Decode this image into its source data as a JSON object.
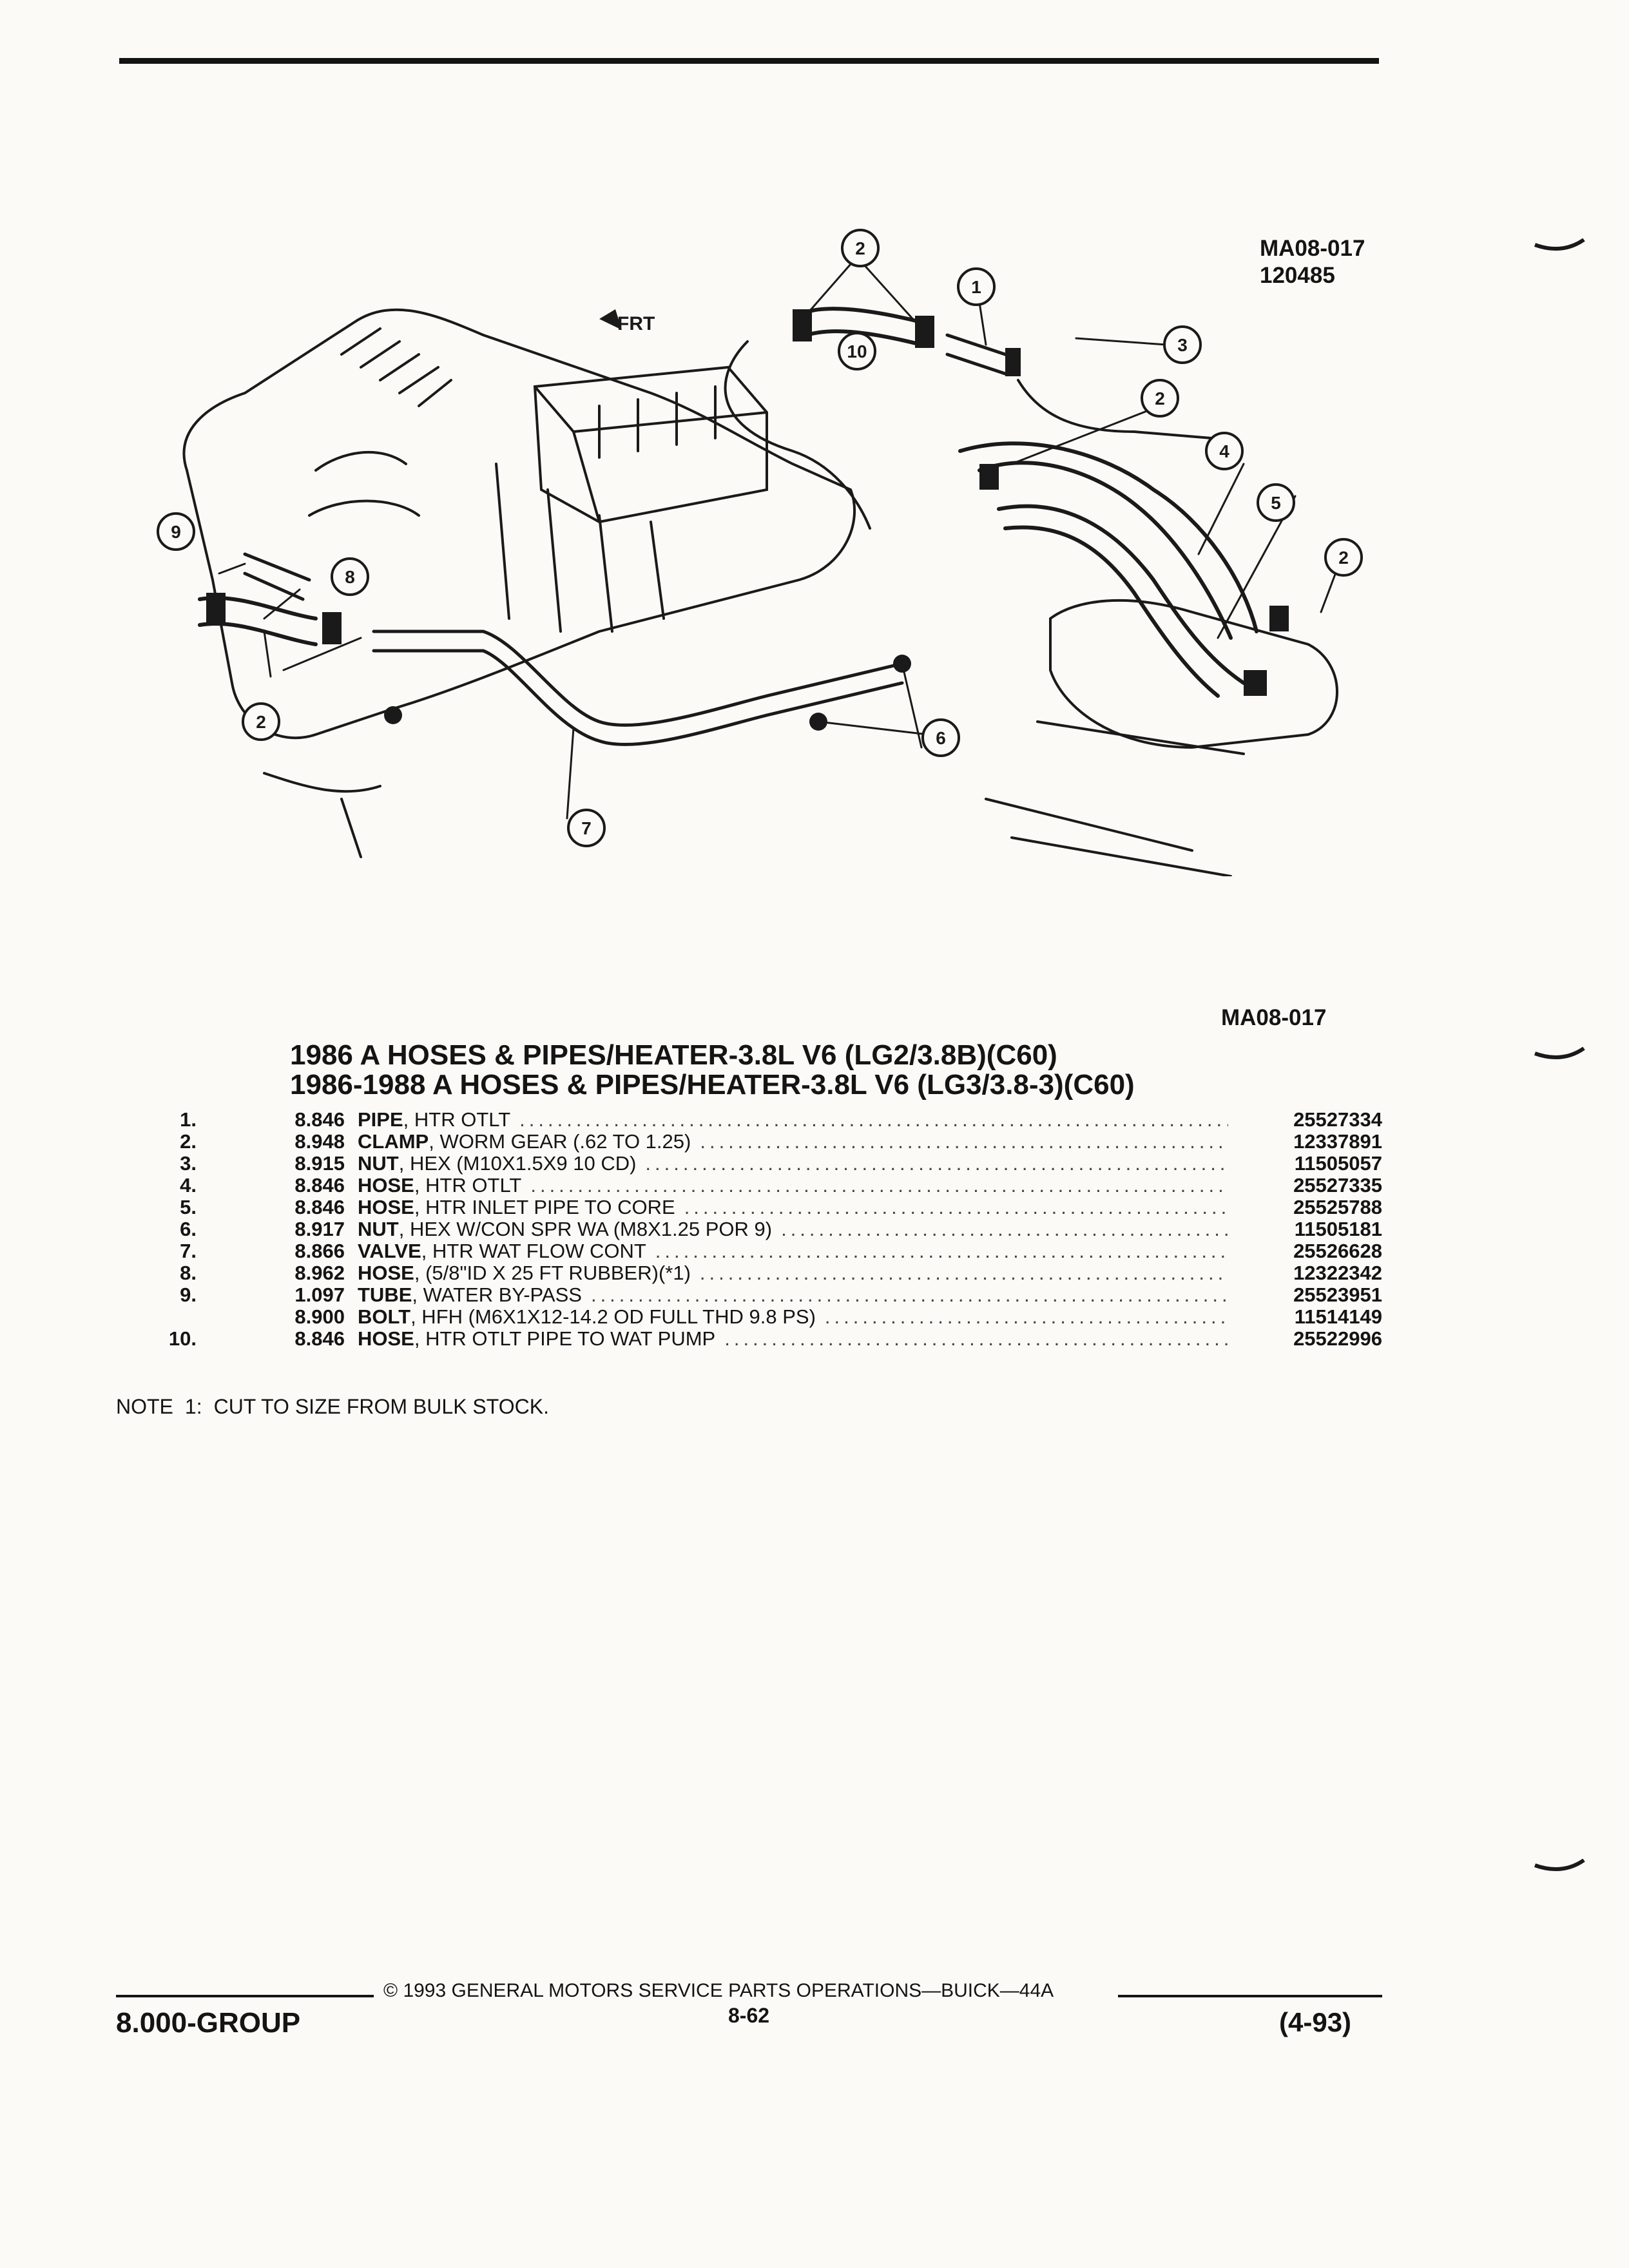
{
  "illustration_codes": {
    "top_line1": "MA08-017",
    "top_line2": "120485",
    "bottom": "MA08-017"
  },
  "diagram_labels": {
    "frt": "FRT",
    "callouts": [
      "1",
      "2",
      "2",
      "2",
      "2",
      "3",
      "4",
      "5",
      "6",
      "7",
      "8",
      "9",
      "10"
    ]
  },
  "title": {
    "line1": "1986 A HOSES & PIPES/HEATER-3.8L V6 (LG2/3.8B)(C60)",
    "line2": "1986-1988 A HOSES & PIPES/HEATER-3.8L V6 (LG3/3.8-3)(C60)"
  },
  "parts": [
    {
      "no": "1.",
      "group": "8.846",
      "name": "PIPE",
      "detail": ", HTR OTLT",
      "part": "25527334"
    },
    {
      "no": "2.",
      "group": "8.948",
      "name": "CLAMP",
      "detail": ", WORM GEAR (.62 TO 1.25)",
      "part": "12337891"
    },
    {
      "no": "3.",
      "group": "8.915",
      "name": "NUT",
      "detail": ", HEX (M10X1.5X9 10 CD)",
      "part": "11505057"
    },
    {
      "no": "4.",
      "group": "8.846",
      "name": "HOSE",
      "detail": ", HTR OTLT",
      "part": "25527335"
    },
    {
      "no": "5.",
      "group": "8.846",
      "name": "HOSE",
      "detail": ", HTR INLET PIPE TO CORE",
      "part": "25525788"
    },
    {
      "no": "6.",
      "group": "8.917",
      "name": "NUT",
      "detail": ", HEX W/CON SPR WA (M8X1.25 POR 9)",
      "part": "11505181"
    },
    {
      "no": "7.",
      "group": "8.866",
      "name": "VALVE",
      "detail": ", HTR WAT FLOW CONT",
      "part": "25526628"
    },
    {
      "no": "8.",
      "group": "8.962",
      "name": "HOSE",
      "detail": ", (5/8\"ID X 25 FT RUBBER)(*1)",
      "part": "12322342"
    },
    {
      "no": "9.",
      "group": "1.097",
      "name": "TUBE",
      "detail": ", WATER BY-PASS",
      "part": "25523951"
    },
    {
      "no": "",
      "group": "8.900",
      "name": "BOLT",
      "detail": ", HFH (M6X1X12-14.2 OD FULL THD 9.8 PS)",
      "part": "11514149"
    },
    {
      "no": "10.",
      "group": "8.846",
      "name": "HOSE",
      "detail": ", HTR OTLT PIPE TO WAT PUMP",
      "part": "25522996"
    }
  ],
  "note": {
    "label": "NOTE",
    "number": "1:",
    "text": "CUT TO SIZE FROM BULK STOCK."
  },
  "footer": {
    "copyright": "© 1993 GENERAL MOTORS SERVICE PARTS OPERATIONS—BUICK—44A",
    "group": "8.000-GROUP",
    "page": "8-62",
    "date": "(4-93)"
  }
}
